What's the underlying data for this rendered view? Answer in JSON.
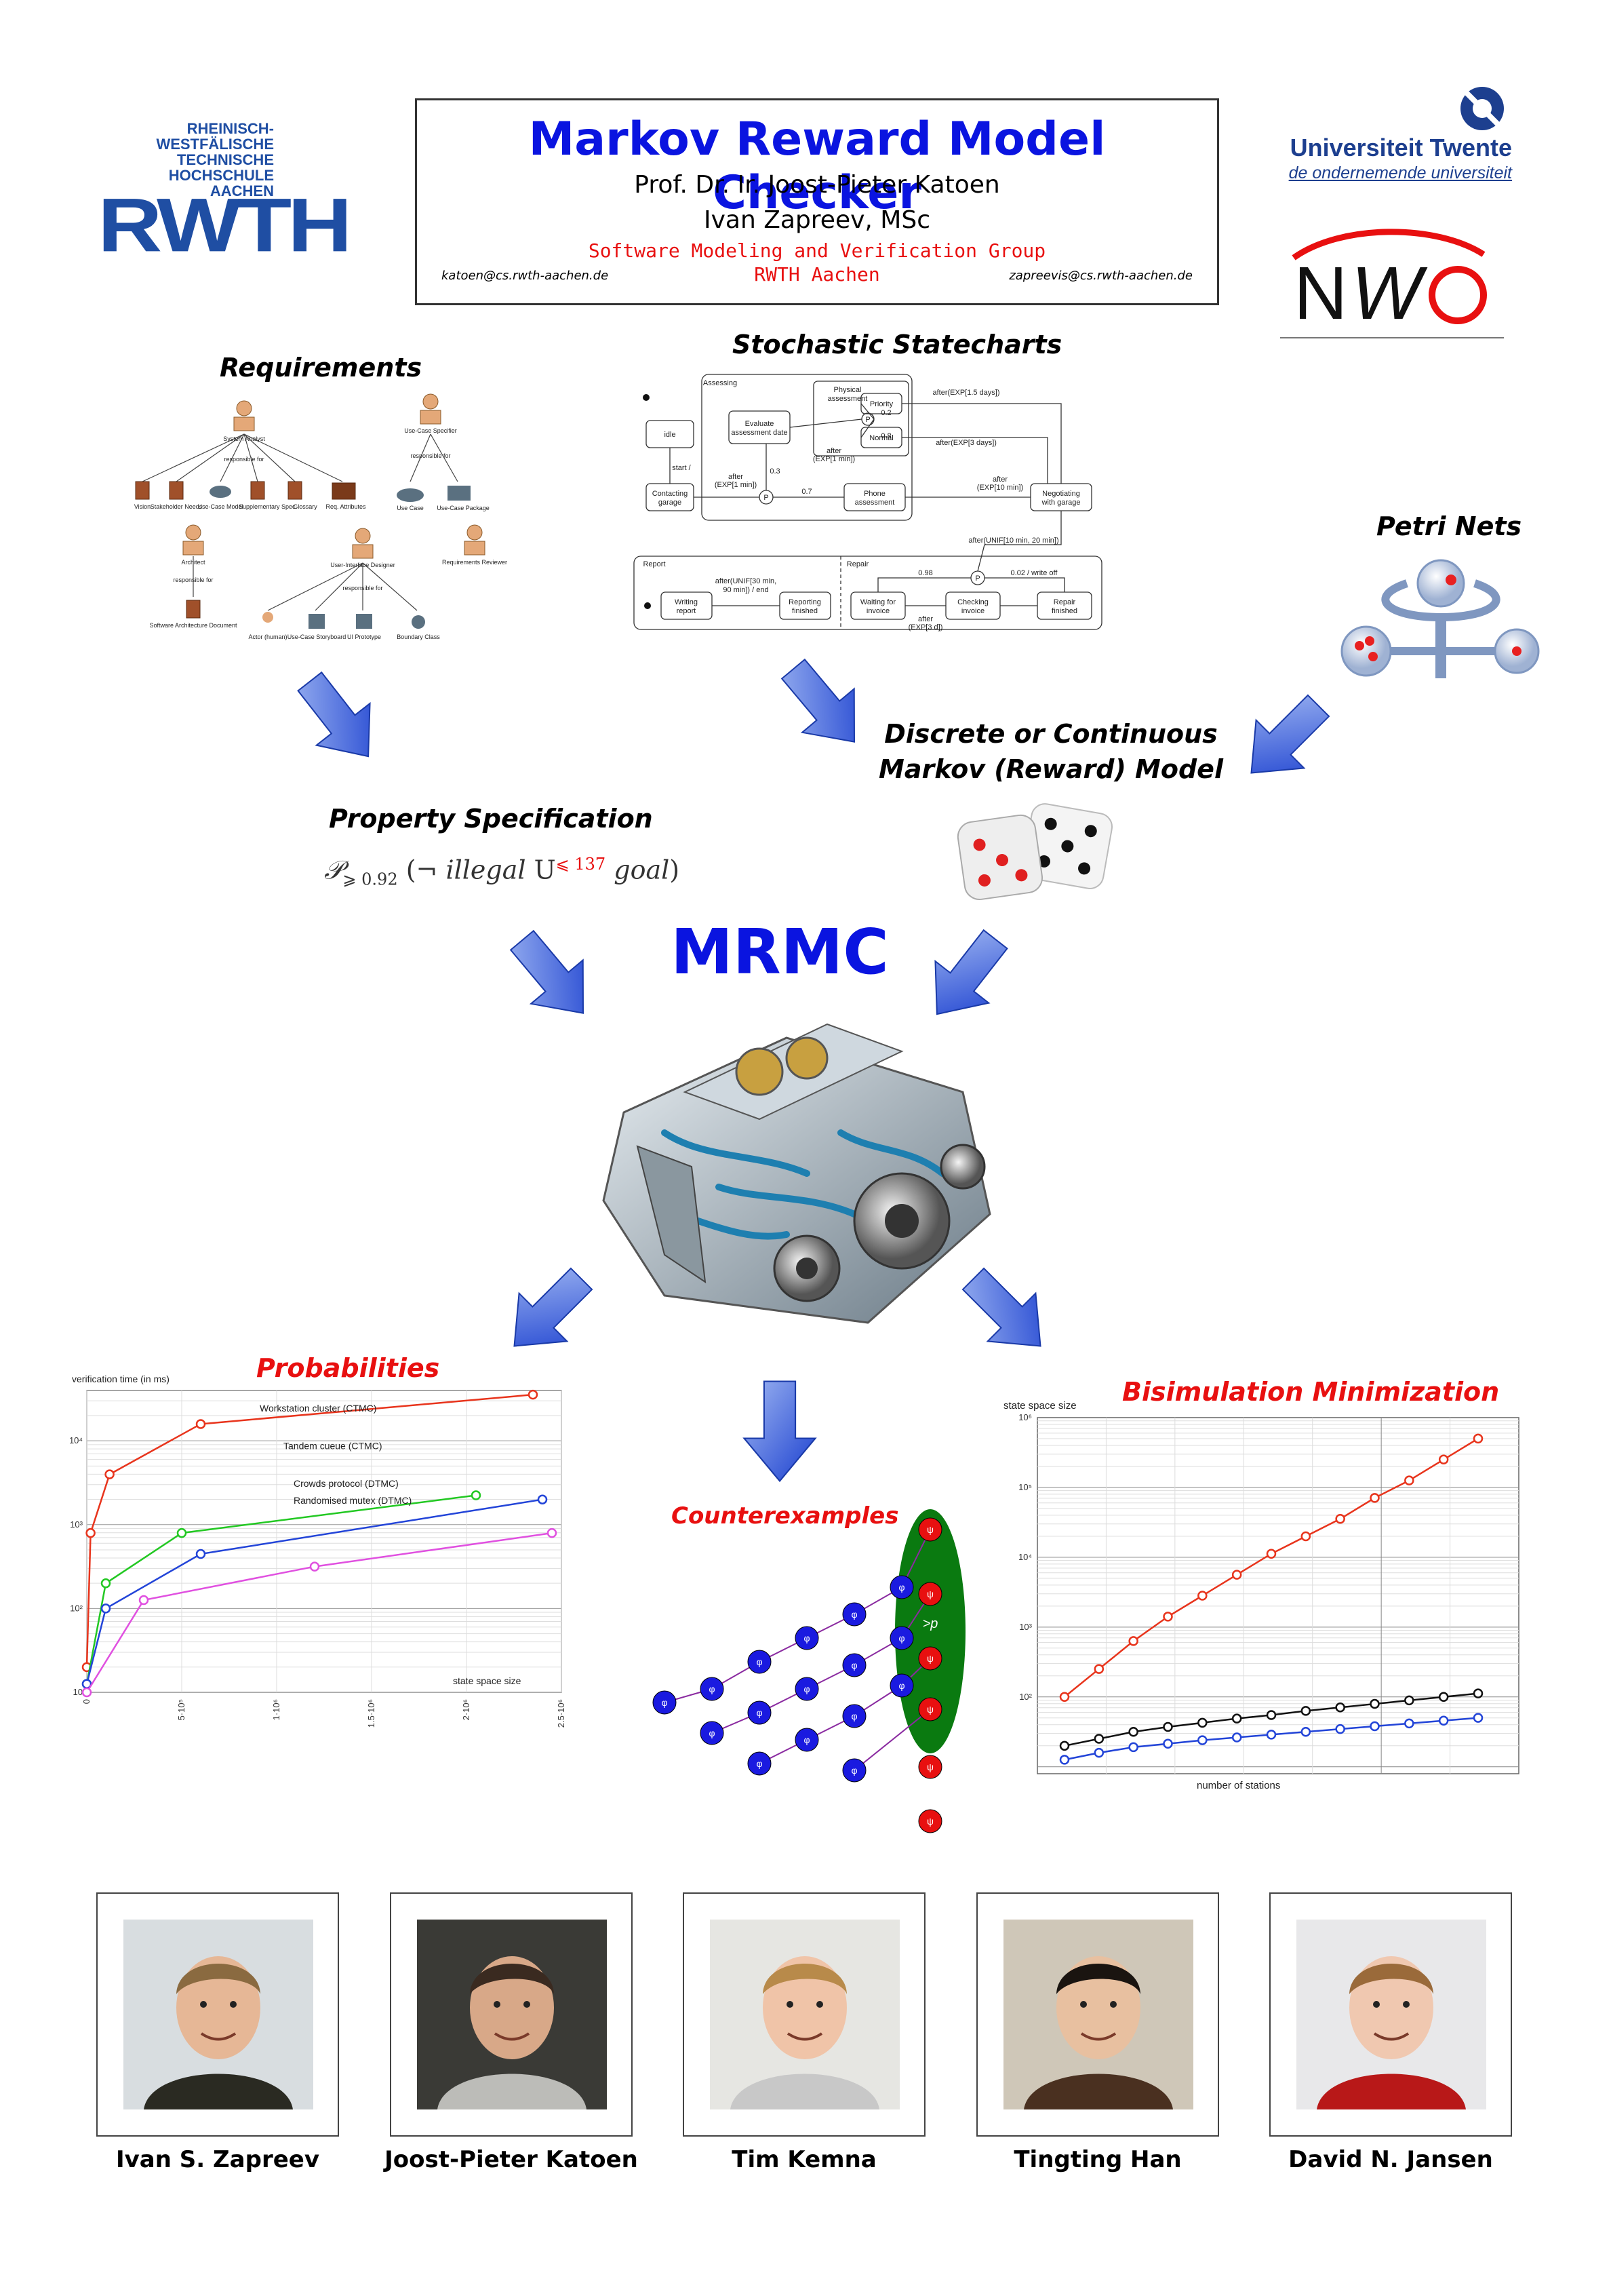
{
  "header": {
    "title": "Markov Reward Model Checker",
    "author1": "Prof. Dr. Ir. Joost-Pieter Katoen",
    "author2": "Ivan Zapreev, MSc",
    "group": "Software Modeling and Verification Group",
    "institution": "RWTH Aachen",
    "email_left": "katoen@cs.rwth-aachen.de",
    "email_right": "zapreevis@cs.rwth-aachen.de"
  },
  "logos": {
    "rwth_lines": [
      "RHEINISCH-",
      "WESTFÄLISCHE",
      "TECHNISCHE",
      "HOCHSCHULE",
      "AACHEN"
    ],
    "rwth_mark": "RWTH",
    "twente_name": "Universiteit Twente",
    "twente_tagline": "de ondernemende universiteit",
    "nwo": "NWO"
  },
  "sections": {
    "requirements": "Requirements",
    "statecharts": "Stochastic Statecharts",
    "petri_nets": "Petri Nets",
    "markov_model_line1": "Discrete or Continuous",
    "markov_model_line2": "Markov (Reward) Model",
    "property_spec": "Property Specification",
    "tool_name": "MRMC",
    "probabilities": "Probabilities",
    "counterexamples": "Counterexamples",
    "bisimulation": "Bisimulation Minimization"
  },
  "formula": {
    "prob": "𝒫",
    "bound": "⩾ 0.92",
    "open": "(¬ ",
    "illegal": "illegal",
    "until": " U",
    "time_bound": "⩽ 137",
    "goal": " goal",
    "close": ")"
  },
  "requirements_diagram": {
    "nodes": [
      "System Analyst",
      "Use-Case Specifier",
      "Vision",
      "Stakeholder Needs",
      "Use-Case Model",
      "Supplementary Specification",
      "Glossary",
      "Requirements Attributes",
      "Use Case",
      "Use-Case Package",
      "Architect",
      "User-Interface Designer",
      "Requirements Reviewer",
      "Software Architecture Document",
      "Actor (human)",
      "Use-Case Storyboard",
      "User-Interface Prototype",
      "Boundary Class"
    ],
    "edge_label": "responsible for"
  },
  "statechart": {
    "states": [
      "idle",
      "Contacting garage",
      "Evaluate assessment date",
      "Physical assessment",
      "Priority",
      "Normal",
      "Phone assessment",
      "Negotiating with garage",
      "Writing report",
      "Reporting finished",
      "Waiting for invoice",
      "Checking invoice",
      "Repair finished"
    ],
    "regions": [
      "Assessing",
      "Report",
      "Repair"
    ],
    "labels": [
      "start /",
      "after (EXP[1 min])",
      "0.7",
      "0.3",
      "0.2",
      "0.8",
      "after (EXP[1 min])",
      "after(EXP[1.5 days])",
      "after(EXP[3 days])",
      "after (EXP[10 min])",
      "after(UNIF[10 min, 20 min])",
      "after(UNIF[30 min, 90 min]) / end",
      "0.98",
      "0.02 / write off",
      "after (EXP[3 d])"
    ]
  },
  "probabilities_chart": {
    "ylabel": "verification time (in ms)",
    "xlabel": "state space size",
    "yticks": [
      "10",
      "10²",
      "10³",
      "10⁴"
    ],
    "xticks": [
      "0",
      "5·10⁵",
      "1·10⁶",
      "1.5·10⁶",
      "2·10⁶",
      "2.5·10⁶"
    ],
    "series": [
      {
        "name": "Workstation cluster (CTMC)",
        "color": "#e8341c",
        "points": [
          [
            0,
            1.3
          ],
          [
            20000,
            2.9
          ],
          [
            120000,
            3.6
          ],
          [
            600000,
            4.2
          ],
          [
            2350000,
            4.55
          ]
        ]
      },
      {
        "name": "Tandem cueue (CTMC)",
        "color": "#22c822",
        "points": [
          [
            0,
            1.1
          ],
          [
            100000,
            2.3
          ],
          [
            500000,
            2.9
          ],
          [
            2050000,
            3.35
          ]
        ]
      },
      {
        "name": "Crowds protocol (DTMC)",
        "color": "#2244d8",
        "points": [
          [
            0,
            1.1
          ],
          [
            100000,
            2.0
          ],
          [
            600000,
            2.65
          ],
          [
            2400000,
            3.3
          ]
        ]
      },
      {
        "name": "Randomised mutex (DTMC)",
        "color": "#e050e0",
        "points": [
          [
            0,
            1.0
          ],
          [
            300000,
            2.1
          ],
          [
            1200000,
            2.5
          ],
          [
            2450000,
            2.9
          ]
        ]
      }
    ]
  },
  "bisimulation_chart": {
    "ylabel": "state space size",
    "xlabel": "number of stations",
    "yticks": [
      "10²",
      "10³",
      "10⁴",
      "10⁵",
      "10⁶"
    ],
    "series": [
      {
        "color": "#e8341c",
        "values": [
          2.0,
          2.4,
          2.8,
          3.15,
          3.45,
          3.75,
          4.05,
          4.3,
          4.55,
          4.85,
          5.1,
          5.4,
          5.7
        ]
      },
      {
        "color": "#111111",
        "values": [
          1.3,
          1.4,
          1.5,
          1.57,
          1.63,
          1.69,
          1.74,
          1.8,
          1.85,
          1.9,
          1.95,
          2.0,
          2.05
        ]
      },
      {
        "color": "#2244d8",
        "values": [
          1.1,
          1.2,
          1.28,
          1.33,
          1.38,
          1.42,
          1.46,
          1.5,
          1.54,
          1.58,
          1.62,
          1.66,
          1.7
        ]
      }
    ]
  },
  "counterexample": {
    "phi": "φ",
    "psi": "ψ",
    "threshold": ">p"
  },
  "people": [
    {
      "name": "Ivan S. Zapreev"
    },
    {
      "name": "Joost-Pieter Katoen"
    },
    {
      "name": "Tim Kemna"
    },
    {
      "name": "Tingting Han"
    },
    {
      "name": "David N. Jansen"
    }
  ],
  "colors": {
    "blue_title": "#0a14e0",
    "red_accent": "#e81010",
    "arrow_blue": "#2a4fd8",
    "rwth_blue": "#1f4ea3"
  }
}
